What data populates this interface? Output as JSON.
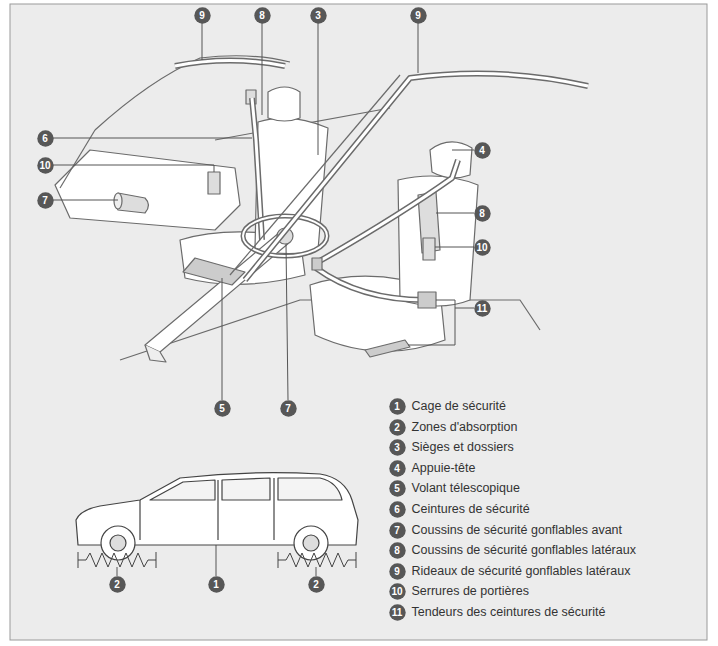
{
  "diagram": {
    "nodes": [
      {
        "text": [
          "9"
        ]
      },
      {
        "text": [
          "8"
        ]
      },
      {
        "text": [
          "3"
        ]
      },
      {
        "text": [
          "9"
        ]
      },
      {
        "text": [
          "6"
        ]
      },
      {
        "text": [
          "4"
        ]
      },
      {
        "text": [
          "10"
        ]
      },
      {
        "text": [
          "7"
        ]
      },
      {
        "text": [
          "8"
        ]
      },
      {
        "text": [
          "10"
        ]
      },
      {
        "text": [
          "11"
        ]
      },
      {
        "text": [
          "5"
        ]
      },
      {
        "text": [
          "7"
        ]
      },
      {
        "text": [
          "2"
        ]
      },
      {
        "text": [
          "1"
        ]
      },
      {
        "text": [
          "2"
        ]
      },
      {
        "text": [
          "1",
          "Cage de sécurité"
        ]
      },
      {
        "text": [
          "2",
          "Zones d'absorption"
        ]
      },
      {
        "text": [
          "3",
          "Sièges et dossiers"
        ]
      },
      {
        "text": [
          "4",
          "Appuie-tête"
        ]
      },
      {
        "text": [
          "5",
          "Volant télescopique"
        ]
      },
      {
        "text": [
          "6",
          "Ceintures de sécurité"
        ]
      },
      {
        "text": [
          "7",
          "Coussins de sécurité gonflables avant"
        ]
      },
      {
        "text": [
          "8",
          "Coussins de sécurité gonflables latéraux"
        ]
      },
      {
        "text": [
          "9",
          "Rideaux de sécurité gonflables latéraux"
        ]
      },
      {
        "text": [
          "10",
          "Serrures de portières"
        ]
      },
      {
        "text": [
          "11",
          "Tendeurs des ceintures de sécurité"
        ]
      }
    ]
  }
}
